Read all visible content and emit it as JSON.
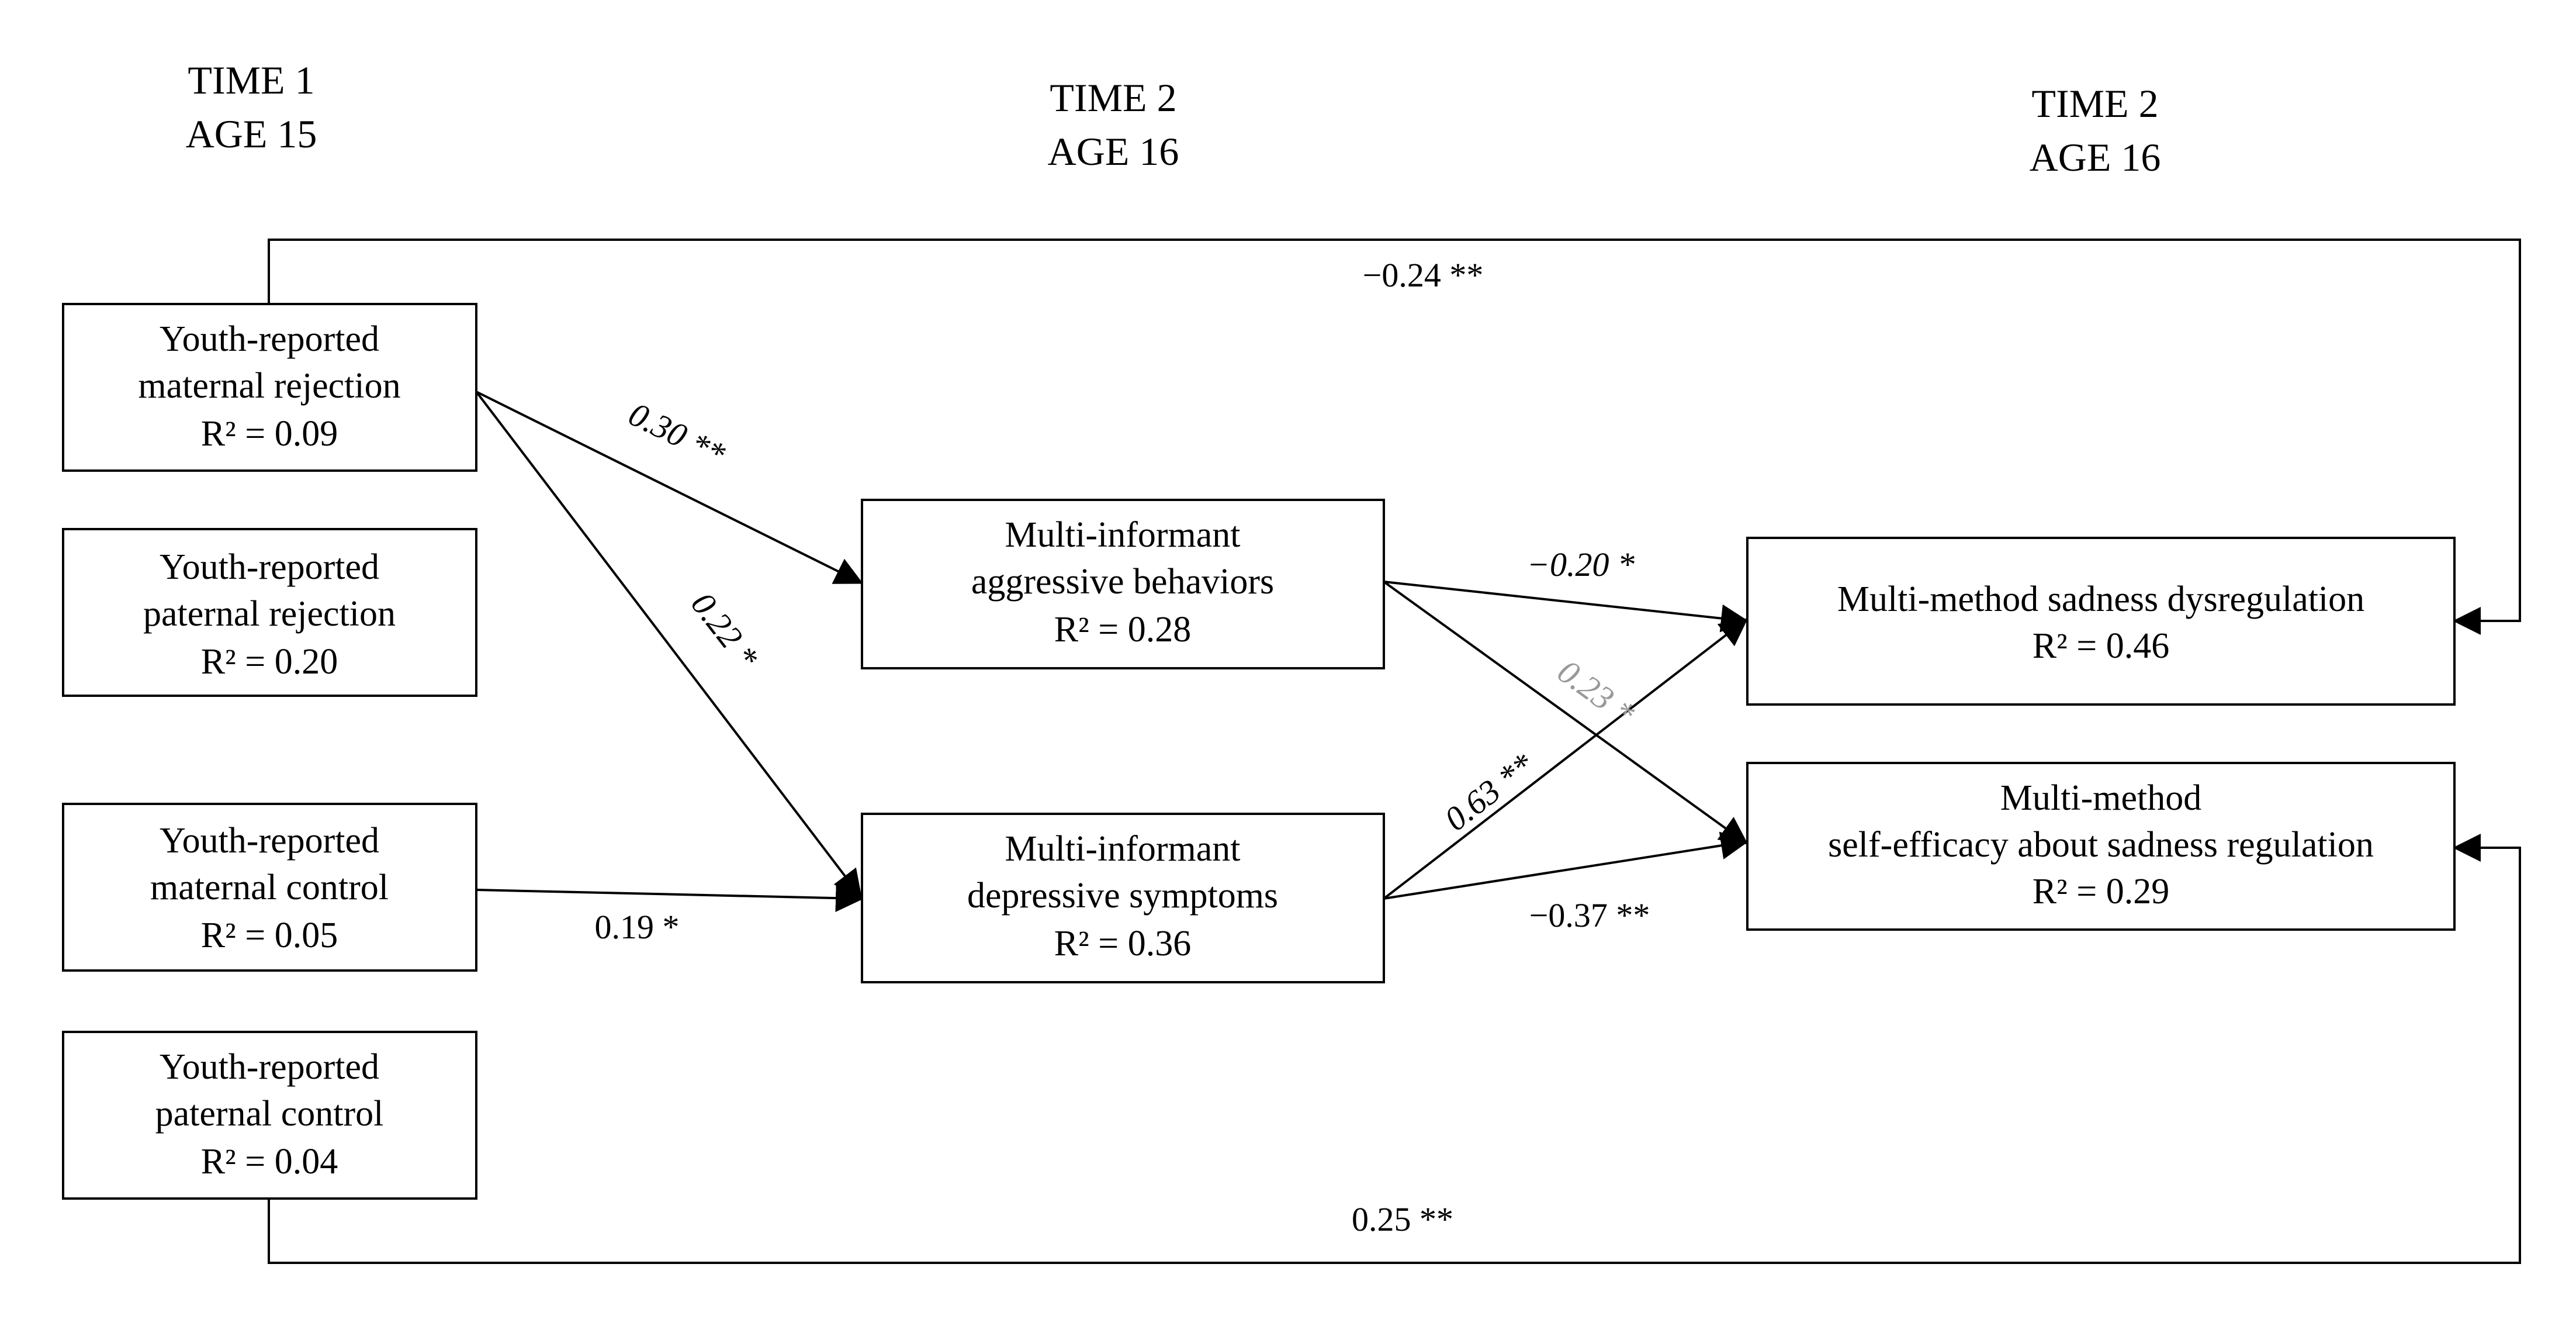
{
  "headers": {
    "time1": {
      "line1": "TIME 1",
      "line2": "AGE 15"
    },
    "time2a": {
      "line1": "TIME 2",
      "line2": "AGE 16"
    },
    "time2b": {
      "line1": "TIME 2",
      "line2": "AGE 16"
    }
  },
  "nodes": {
    "maternal_rejection": {
      "lines": [
        "Youth-reported",
        "maternal rejection"
      ],
      "r2": "R² = 0.09"
    },
    "paternal_rejection": {
      "lines": [
        "Youth-reported",
        "paternal rejection"
      ],
      "r2": "R² = 0.20"
    },
    "maternal_control": {
      "lines": [
        "Youth-reported",
        "maternal control"
      ],
      "r2": "R² = 0.05"
    },
    "paternal_control": {
      "lines": [
        "Youth-reported",
        "paternal control"
      ],
      "r2": "R² = 0.04"
    },
    "aggressive": {
      "lines": [
        "Multi-informant",
        "aggressive behaviors"
      ],
      "r2": "R² = 0.28"
    },
    "depressive": {
      "lines": [
        "Multi-informant",
        "depressive symptoms"
      ],
      "r2": "R² = 0.36"
    },
    "dysregulation": {
      "lines": [
        "Multi-method sadness dysregulation"
      ],
      "r2": "R² = 0.46"
    },
    "self_efficacy": {
      "lines": [
        "Multi-method",
        "self-efficacy about sadness regulation"
      ],
      "r2": "R² = 0.29"
    }
  },
  "paths": {
    "mat_rej_to_dysreg": "−0.24 **",
    "mat_rej_to_aggr": "0.30 **",
    "mat_rej_to_depr": "0.22 *",
    "mat_ctrl_to_depr": "0.19 *",
    "aggr_to_dysreg": "−0.20 *",
    "aggr_to_selfeff": "0.23 *",
    "depr_to_dysreg": "0.63 **",
    "depr_to_selfeff": "−0.37 **",
    "pat_ctrl_to_selfeff": "0.25 **"
  }
}
